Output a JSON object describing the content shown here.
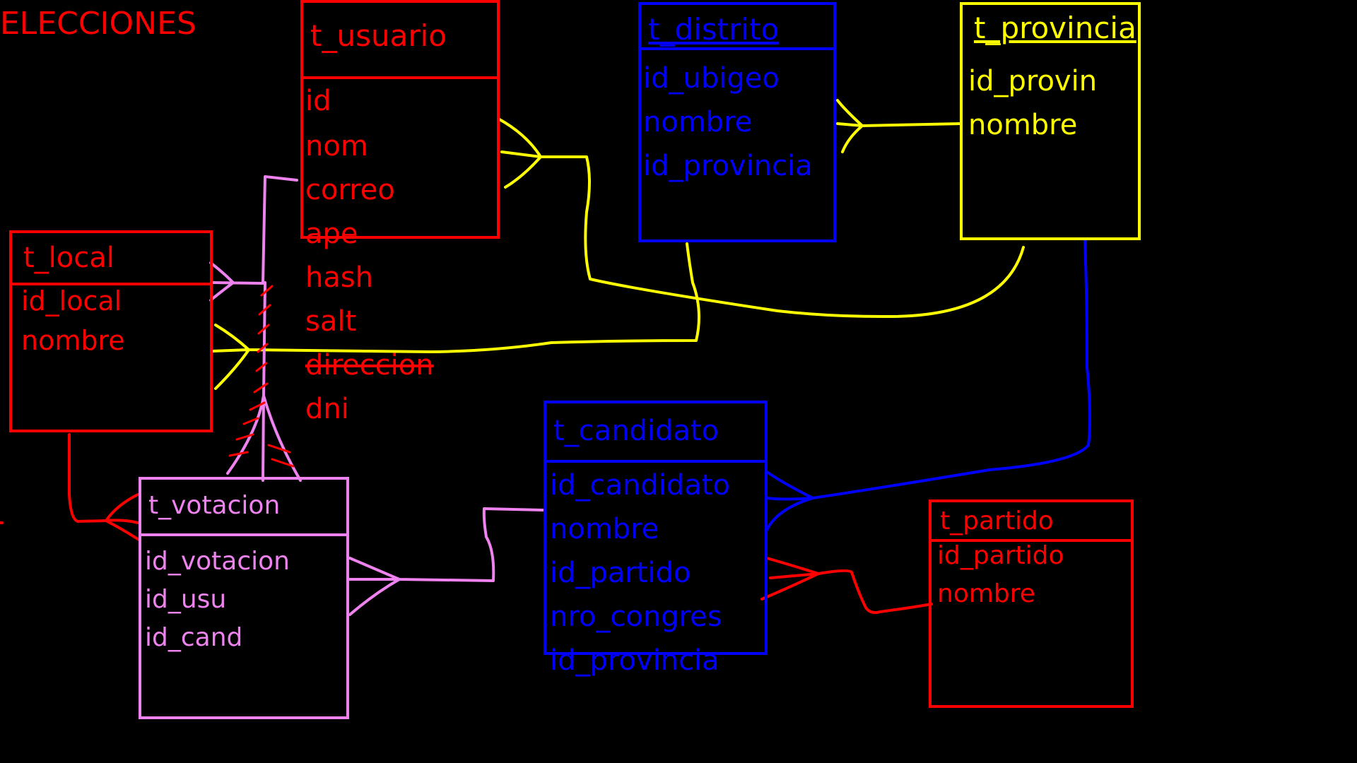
{
  "title": "ELECCIONES",
  "colors": {
    "background": "#000000",
    "red": "#ff0000",
    "blue": "#0000ff",
    "yellow": "#ffff00",
    "pink": "#ee82ee"
  },
  "tables": {
    "usuario": {
      "name": "t_usuario",
      "fields": [
        "id",
        "nom",
        "correo",
        "ape",
        "hash",
        "salt",
        "direccion",
        "dni"
      ]
    },
    "distrito": {
      "name": "t_distrito",
      "fields": [
        "id_ubigeo",
        "nombre",
        "id_provincia"
      ]
    },
    "provincia": {
      "name": "t_provincia",
      "fields": [
        "id_provin",
        "nombre"
      ]
    },
    "local": {
      "name": "t_local",
      "fields": [
        "id_local",
        "nombre"
      ]
    },
    "votacion": {
      "name": "t_votacion",
      "fields": [
        "id_votacion",
        "id_usu",
        "id_cand"
      ]
    },
    "candidato": {
      "name": "t_candidato",
      "fields": [
        "id_candidato",
        "nombre",
        "id_partido",
        "nro_congres",
        "id_provincia"
      ]
    },
    "partido": {
      "name": "t_partido",
      "fields": [
        "id_partido",
        "nombre"
      ]
    }
  }
}
